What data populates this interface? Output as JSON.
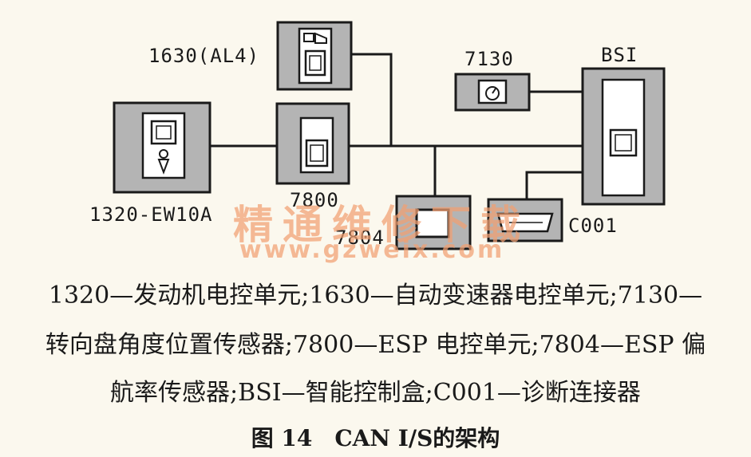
{
  "nodes": {
    "n1630": "1630(AL4)",
    "n7130": "7130",
    "bsi": "BSI",
    "n1320": "1320-EW10A",
    "n7800": "7800",
    "n7804": "7804",
    "c001": "C001"
  },
  "watermark": {
    "brand": "精通维修下载",
    "url": "www.gzweix.com"
  },
  "caption": {
    "line1": "1320—发动机电控单元;1630—自动变速器电控单元;7130—",
    "line2": "转向盘角度位置传感器;7800—ESP 电控单元;7804—ESP 偏",
    "line3": "航率传感器;BSI—智能控制盒;C001—诊断连接器"
  },
  "figure_title": "图 14　CAN I/S的架构"
}
